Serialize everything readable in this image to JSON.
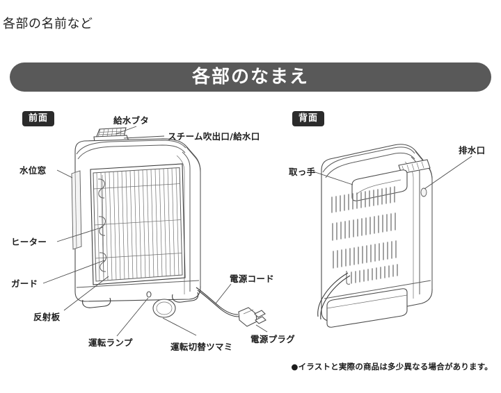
{
  "page": {
    "heading": "各部の名前など",
    "banner_title": "各部のなまえ",
    "banner_color": "#595959",
    "badge_color": "#2b2b2b",
    "background": "#ffffff",
    "footer_note": "●イラストと実際の商品は多少異なる場合があります。"
  },
  "front_view": {
    "badge": "前面",
    "labels": {
      "water_cap": "給水ブタ",
      "steam_outlet": "スチーム吹出口/給水口",
      "water_window": "水位窓",
      "heater": "ヒーター",
      "guard": "ガード",
      "reflector": "反射板",
      "operation_lamp": "運転ランプ",
      "operation_knob": "運転切替ツマミ",
      "power_cord": "電源コード",
      "power_plug": "電源プラグ"
    }
  },
  "back_view": {
    "badge": "背面",
    "labels": {
      "drain_port": "排水口",
      "handle": "取っ手"
    }
  }
}
